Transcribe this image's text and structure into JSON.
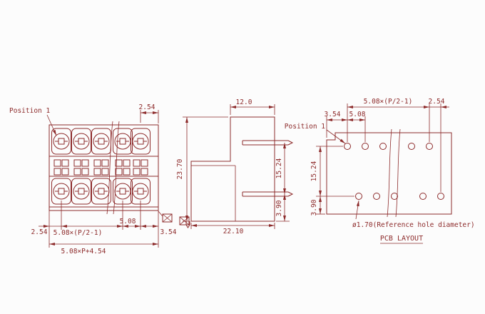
{
  "drawing": {
    "line_color": "#8d2b2b",
    "background": "#fcfcfc"
  },
  "front_view": {
    "position_label": "Position 1",
    "dim_top_right": "2.54",
    "dim_bottom_left": "2.54",
    "dim_pitch_formula": "5.08×(P/2-1)",
    "dim_pitch": "5.08",
    "dim_bottom_right": "3.54",
    "dim_overall_width": "5.08×P+4.54"
  },
  "side_view": {
    "dim_top_width": "12.0",
    "dim_overall_height": "23.70",
    "dim_pin_row_spacing": "15.24",
    "dim_pin_to_bottom": "3.90",
    "dim_overall_depth": "22.10"
  },
  "pcb_layout": {
    "position_label": "Position 1",
    "dim_pitch_formula": "5.08×(P/2-1)",
    "dim_half_pitch": "2.54",
    "dim_edge_offset": "3.54",
    "dim_pitch": "5.08",
    "dim_row_spacing": "15.24",
    "dim_bottom_offset": "3.90",
    "hole_note": "ø1.70(Reference hole diameter)",
    "caption": "PCB LAYOUT"
  }
}
